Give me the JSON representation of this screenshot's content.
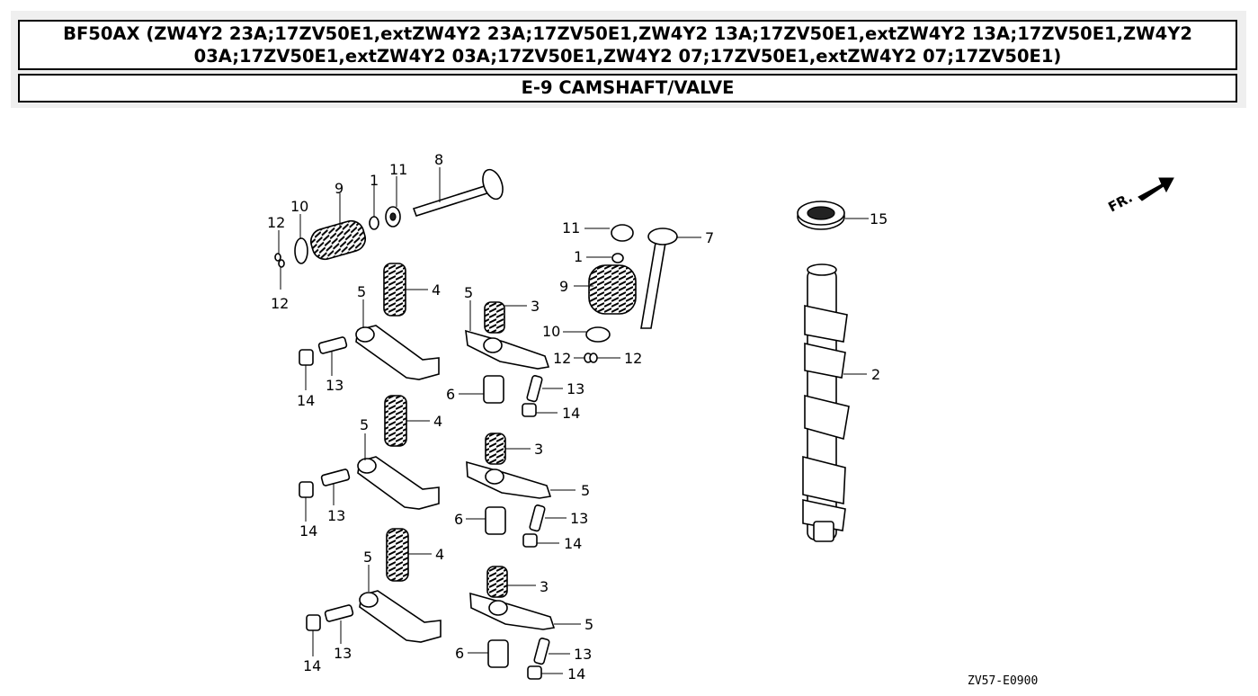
{
  "header": {
    "title": "BF50AX (ZW4Y2 23A;17ZV50E1,extZW4Y2 23A;17ZV50E1,ZW4Y2 13A;17ZV50E1,extZW4Y2 13A;17ZV50E1,ZW4Y2 03A;17ZV50E1,extZW4Y2 03A;17ZV50E1,ZW4Y2 07;17ZV50E1,extZW4Y2 07;17ZV50E1)",
    "section": "E-9 CAMSHAFT/VALVE"
  },
  "diagram": {
    "direction_label": "FR.",
    "drawing_code": "ZV57-E0900",
    "callouts": {
      "c1": "1",
      "c2": "2",
      "c3": "3",
      "c4": "4",
      "c5": "5",
      "c6": "6",
      "c7": "7",
      "c8": "8",
      "c9": "9",
      "c10": "10",
      "c11": "11",
      "c12": "12",
      "c13": "13",
      "c14": "14",
      "c15": "15"
    }
  }
}
